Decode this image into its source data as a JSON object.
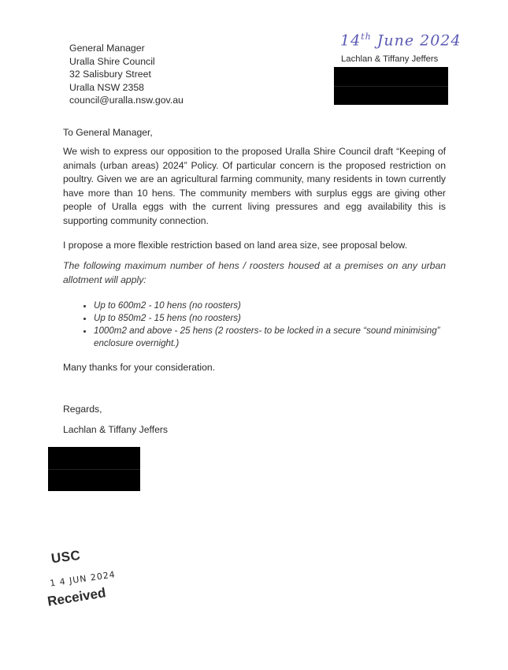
{
  "recipient": {
    "lines": [
      "General Manager",
      "Uralla Shire Council",
      "32 Salisbury Street",
      "Uralla NSW 2358",
      "council@uralla.nsw.gov.au"
    ]
  },
  "handwritten_date": {
    "day": "14",
    "suffix": "th",
    "rest": "June 2024"
  },
  "sender_name": "Lachlan & Tiffany Jeffers",
  "salutation": "To General Manager,",
  "paragraph1": "We wish to express our opposition to the proposed Uralla Shire Council draft “Keeping of animals (urban areas) 2024” Policy. Of particular concern is the proposed restriction on poultry. Given we are an agricultural farming community, many residents in town currently have more than 10 hens. The community members with surplus eggs are giving other people of Uralla eggs with the current living pressures and egg availability this is supporting community connection.",
  "paragraph2": "I propose a more flexible restriction based on land area size, see proposal below.",
  "proposal_intro": "The following maximum number of hens / roosters housed at a premises on any urban allotment will apply:",
  "proposal_items": [
    "Up to 600m2 - 10 hens (no roosters)",
    "Up to 850m2 - 15 hens (no roosters)",
    "1000m2 and above - 25 hens (2 roosters- to be locked in a secure “sound minimising” enclosure overnight.)"
  ],
  "thanks": "Many thanks for your consideration.",
  "regards": "Regards,",
  "signoff_name": "Lachlan & Tiffany Jeffers",
  "stamp": {
    "org": "USC",
    "date": "1 4 JUN 2024",
    "status": "Received"
  },
  "colors": {
    "handwriting": "#5a5ab4",
    "redaction": "#000000",
    "text": "#2a2a2a"
  }
}
